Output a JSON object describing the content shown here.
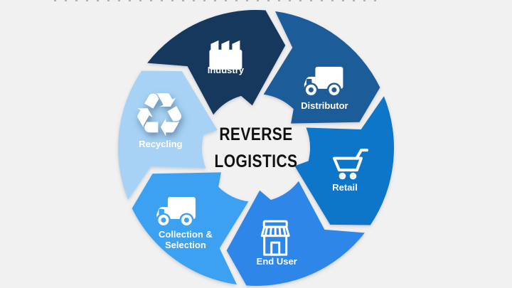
{
  "slide": {
    "background_color": "#F1F1F1",
    "title": {
      "line1": "REVERSE",
      "line2": "LOGISTICS",
      "color": "#111111"
    },
    "cycle": {
      "type": "circular-arrow-cycle",
      "direction": "clockwise",
      "label_color": "#FFFFFF",
      "segments": [
        {
          "label": "Industry",
          "label_lines": [
            "Industry"
          ],
          "icon": "factory-icon",
          "color": "#17375C"
        },
        {
          "label": "Distributor",
          "label_lines": [
            "Distributor"
          ],
          "icon": "delivery-truck-icon",
          "color": "#1F5C99"
        },
        {
          "label": "Retail",
          "label_lines": [
            "Retail"
          ],
          "icon": "shopping-cart-icon",
          "color": "#1076C9"
        },
        {
          "label": "End User",
          "label_lines": [
            "End User"
          ],
          "icon": "storefront-icon",
          "color": "#2E86E8"
        },
        {
          "label": "Collection & Selection",
          "label_lines": [
            "Collection &",
            "Selection"
          ],
          "icon": "delivery-truck-icon",
          "color": "#3EA1F2"
        },
        {
          "label": "Recycling",
          "label_lines": [
            "Recycling"
          ],
          "icon": "recycle-icon",
          "color": "#A8D2F5"
        }
      ]
    }
  }
}
